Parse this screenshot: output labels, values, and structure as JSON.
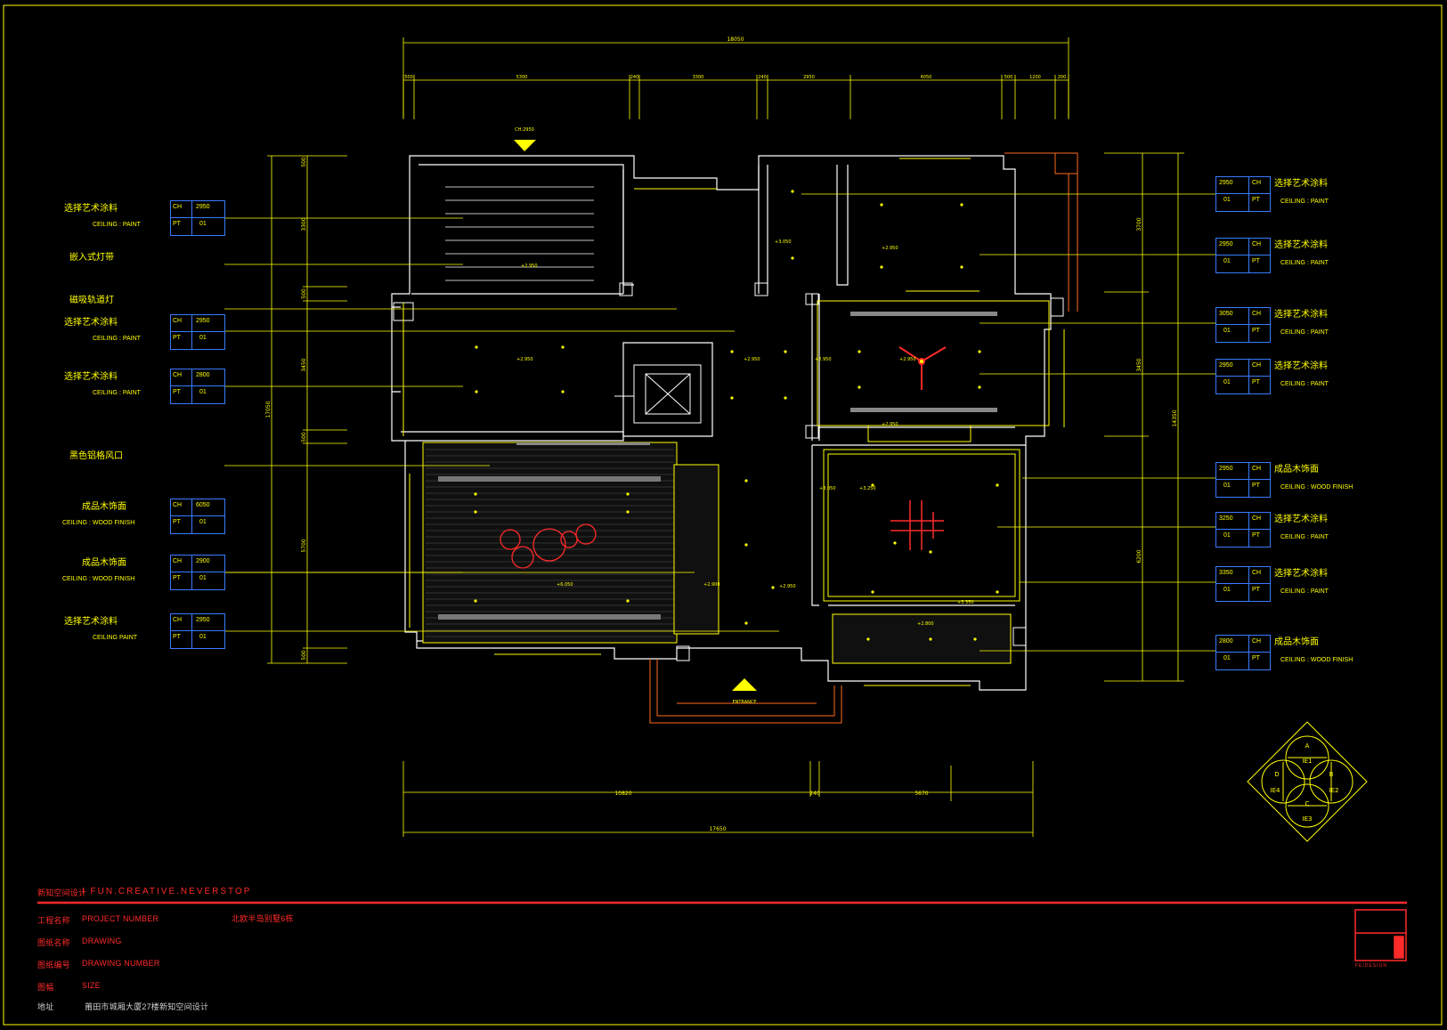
{
  "overall_dims": {
    "top_total": "18050",
    "bottom_total": "17650",
    "left_total": "17050",
    "right_total": "14350"
  },
  "top_dims": [
    "500",
    "5300",
    "240",
    "3300",
    "240",
    "2950",
    "4050",
    "500",
    "1200",
    "200"
  ],
  "bottom_dims": [
    "10820",
    "240",
    "5670"
  ],
  "left_dims": [
    "500",
    "3300",
    "500",
    "3450",
    "500",
    "5700",
    "500"
  ],
  "right_dims": [
    "3700",
    "3450",
    "6200"
  ],
  "labels_left": [
    {
      "cn": "选择艺术涂料",
      "en": "CEILING : PAINT",
      "ch": "2950",
      "pt": "01"
    },
    {
      "cn": "嵌入式灯带",
      "en": "",
      "ch": "",
      "pt": ""
    },
    {
      "cn": "磁吸轨道灯",
      "en": "",
      "ch": "",
      "pt": ""
    },
    {
      "cn": "选择艺术涂料",
      "en": "CEILING : PAINT",
      "ch": "2950",
      "pt": "01"
    },
    {
      "cn": "选择艺术涂料",
      "en": "CEILING : PAINT",
      "ch": "2800",
      "pt": "01"
    },
    {
      "cn": "黑色铝格风口",
      "en": "",
      "ch": "",
      "pt": ""
    },
    {
      "cn": "成品木饰面",
      "en": "CEILING : WOOD FINISH",
      "ch": "6050",
      "pt": "01"
    },
    {
      "cn": "成品木饰面",
      "en": "CEILING : WOOD FINISH",
      "ch": "2900",
      "pt": "01"
    },
    {
      "cn": "选择艺术涂料",
      "en": "CEILING  PAINT",
      "ch": "2950",
      "pt": "01"
    }
  ],
  "labels_right": [
    {
      "cn": "选择艺术涂料",
      "en": "CEILING : PAINT",
      "ch": "2950",
      "pt": "01"
    },
    {
      "cn": "选择艺术涂料",
      "en": "CEILING : PAINT",
      "ch": "2950",
      "pt": "01"
    },
    {
      "cn": "选择艺术涂料",
      "en": "CEILING : PAINT",
      "ch": "3050",
      "pt": "01"
    },
    {
      "cn": "选择艺术涂料",
      "en": "CEILING : PAINT",
      "ch": "2950",
      "pt": "01"
    },
    {
      "cn": "成品木饰面",
      "en": "CEILING : WOOD FINISH",
      "ch": "2950",
      "pt": "01"
    },
    {
      "cn": "选择艺术涂料",
      "en": "CEILING : PAINT",
      "ch": "3250",
      "pt": "01"
    },
    {
      "cn": "选择艺术涂料",
      "en": "CEILING : PAINT",
      "ch": "3350",
      "pt": "01"
    },
    {
      "cn": "成品木饰面",
      "en": "CEILING : WOOD FINISH",
      "ch": "2800",
      "pt": "01"
    }
  ],
  "tag_ch": "CH",
  "tag_pt": "PT",
  "elev_levels": [
    "+2.950",
    "+2.950",
    "+2.950",
    "+3.050",
    "+2.950",
    "+2.950",
    "+6.050",
    "+2.900",
    "+2.950",
    "+3.250",
    "+3.350",
    "+2.800",
    "+2.950",
    "+2.950",
    "+3.050"
  ],
  "markers": {
    "top": "CH:2950",
    "bottom": "ENTRANCE"
  },
  "compass": {
    "a": "A",
    "b": "B",
    "c": "C",
    "d": "D",
    "e1": "IE1",
    "e2": "IE2",
    "e3": "IE3",
    "e4": "IE4"
  },
  "title_block": {
    "company": "新知空间设计",
    "slogan": "I FUN.CREATIVE.NEVERSTOP",
    "rows": [
      {
        "label": "工程名称",
        "value": "PROJECT NUMBER"
      },
      {
        "label": "图纸名称",
        "value": "DRAWING"
      },
      {
        "label": "图纸编号",
        "value": "DRAWING NUMBER"
      },
      {
        "label": "图幅",
        "value": "SIZE"
      }
    ],
    "project_title": "北欧半岛别墅6栋",
    "address_label": "地址",
    "address": "莆田市城厢大厦27楼新知空间设计",
    "logo_caption": "FEIDESIGN"
  },
  "colors": {
    "line": "#ffff00",
    "accent": "#ff2a2a",
    "wall": "#ffffff",
    "tag": "#3a7bff",
    "orange": "#ff6a1a",
    "grey": "#bdbdbd"
  }
}
